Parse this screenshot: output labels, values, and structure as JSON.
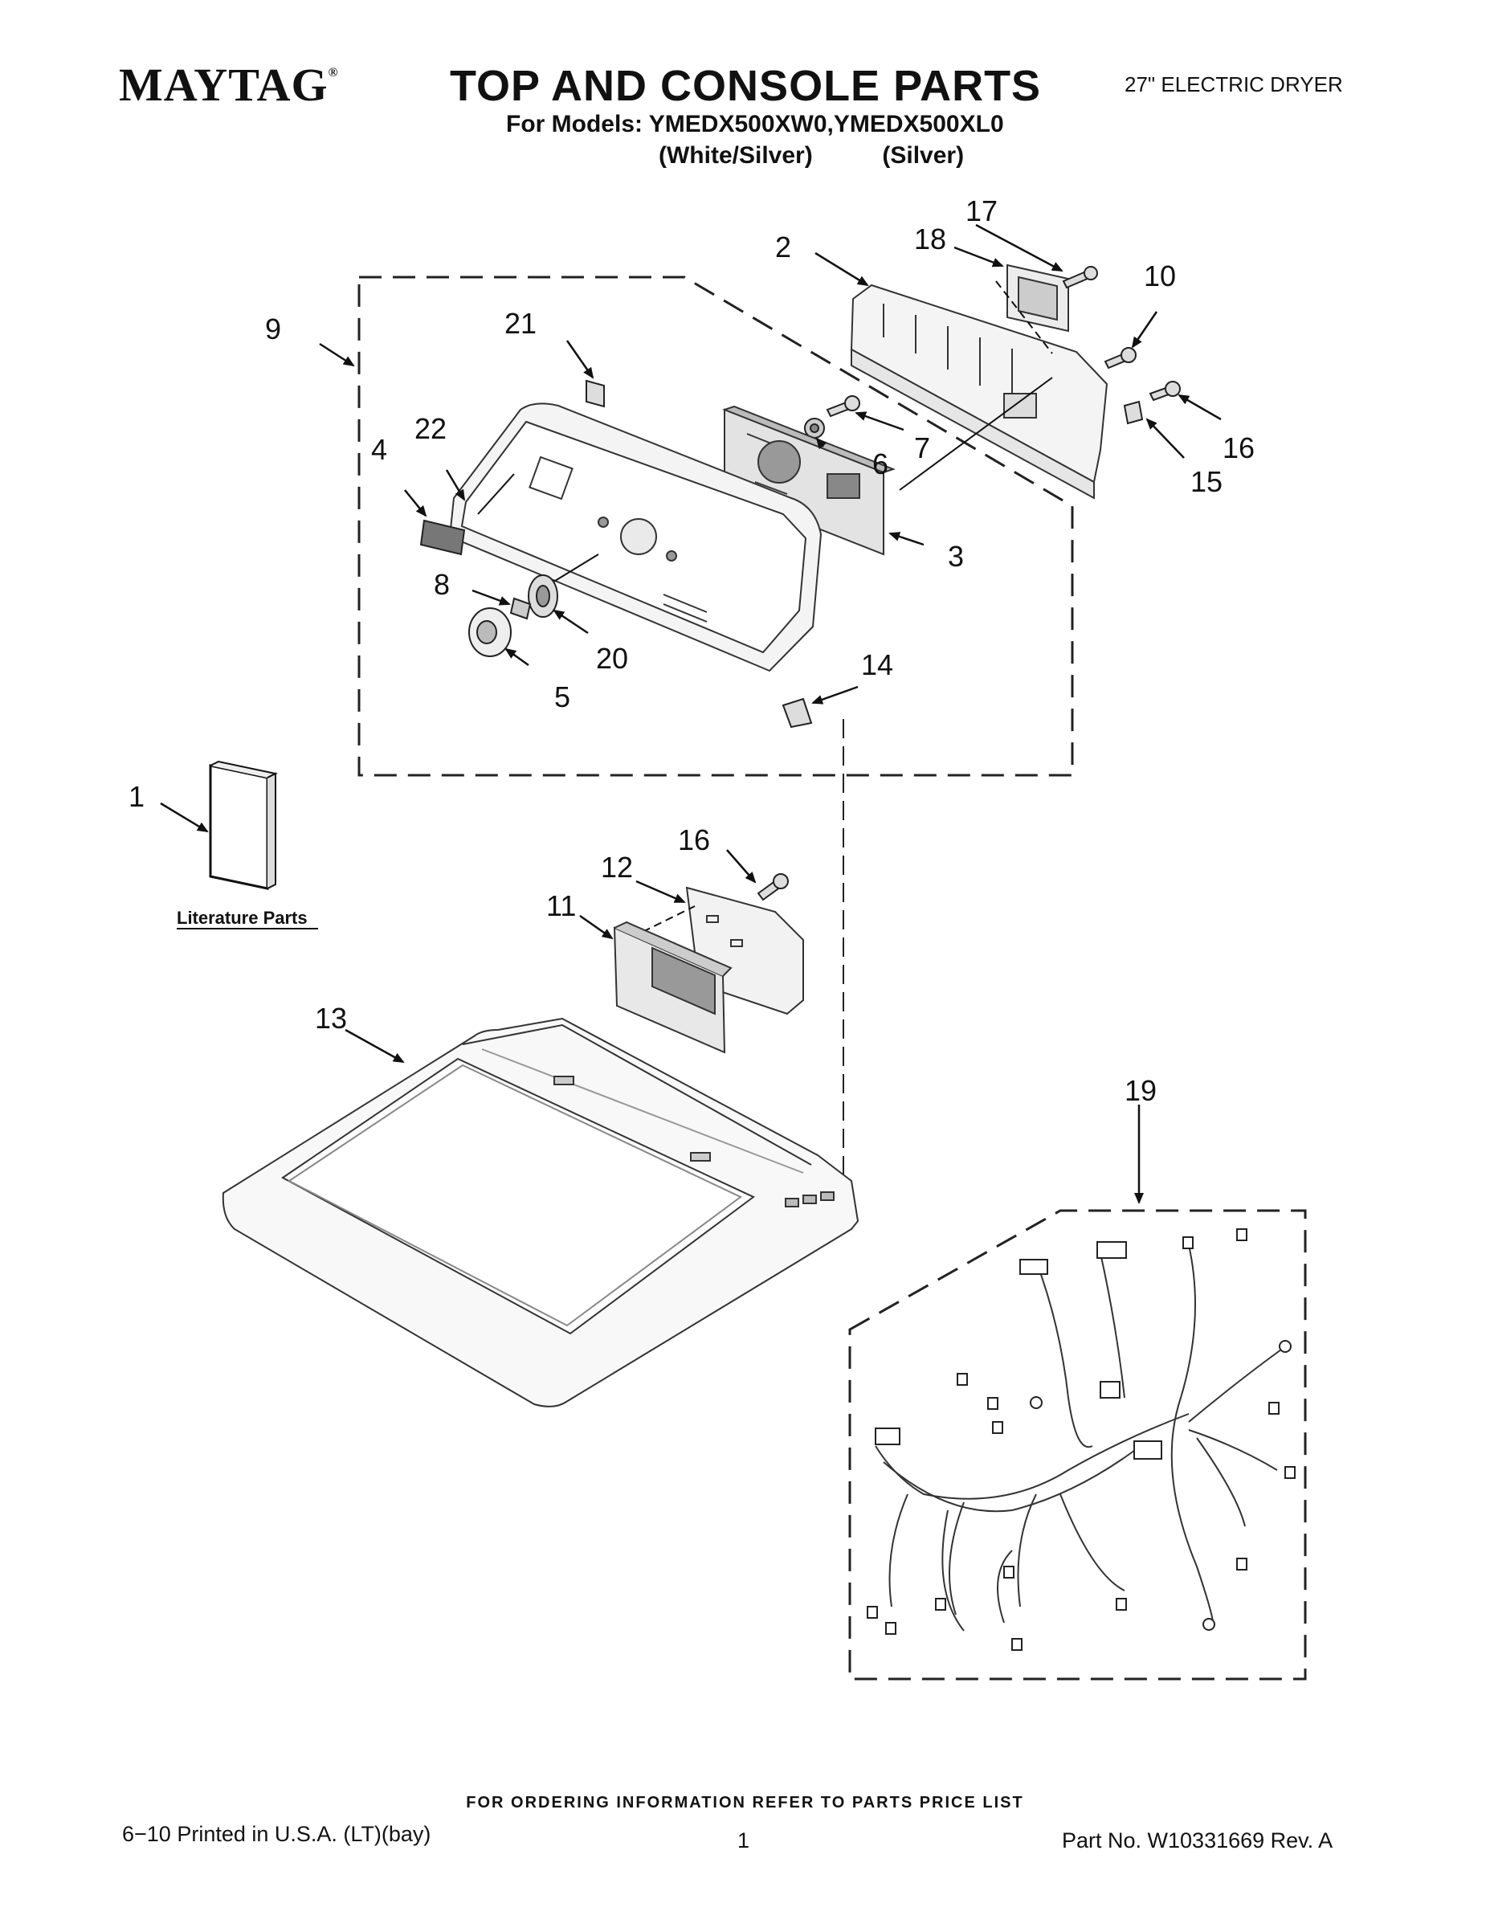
{
  "header": {
    "brand": "MAYTAG",
    "brand_mark": "®",
    "title": "TOP AND CONSOLE PARTS",
    "product": "27\" ELECTRIC DRYER",
    "models_line": "For Models: YMEDX500XW0,YMEDX500XL0",
    "color_1": "(White/Silver)",
    "color_2": "(Silver)"
  },
  "callouts": [
    "1",
    "2",
    "3",
    "4",
    "5",
    "6",
    "7",
    "8",
    "9",
    "10",
    "11",
    "12",
    "13",
    "14",
    "15",
    "16",
    "16",
    "17",
    "18",
    "19",
    "20",
    "21",
    "22"
  ],
  "literature_label": "Literature Parts",
  "footer": {
    "ordering": "FOR ORDERING INFORMATION REFER TO PARTS PRICE LIST",
    "printed": "6−10 Printed in U.S.A. (LT)(bay)",
    "page": "1",
    "part_no": "Part No. W10331669 Rev. A"
  }
}
